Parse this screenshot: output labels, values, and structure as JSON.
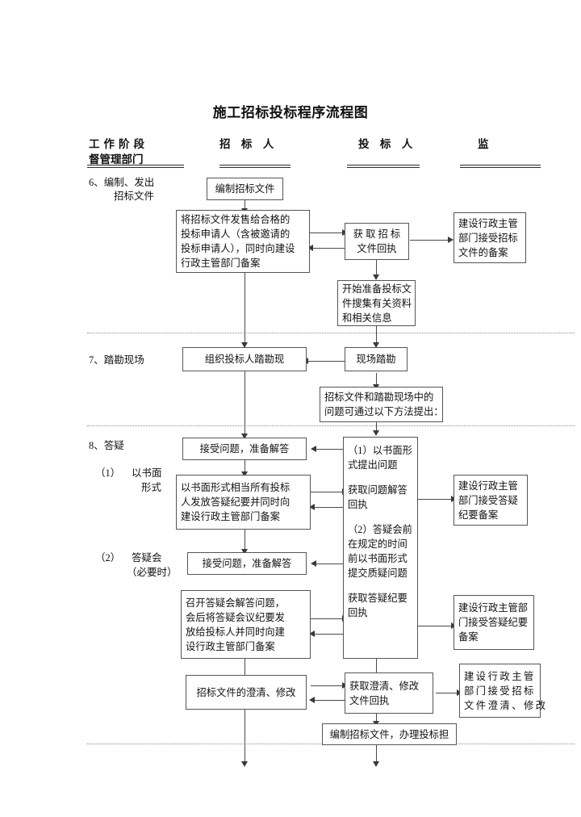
{
  "document": {
    "title": "施工招标投标程序流程图"
  },
  "columns": [
    {
      "label": "工作阶段",
      "label2": "督管理部门",
      "name": "work-stage"
    },
    {
      "label": "招 标 人",
      "name": "tenderer"
    },
    {
      "label": "投 标 人",
      "name": "bidder"
    },
    {
      "label": "监",
      "name": "supervisor"
    }
  ],
  "stages": [
    {
      "number": "6、",
      "line1": "编制、发出",
      "line2": "招标文件"
    },
    {
      "number": "7、",
      "line1": "踏勘现场",
      "line2": ""
    },
    {
      "number": "8、",
      "line1": "答疑",
      "line2": ""
    },
    {
      "number": "（1）",
      "line1": "以书面",
      "line2": "形式"
    },
    {
      "number": "（2）",
      "line1": "答疑会",
      "line2": "（必要时）"
    }
  ],
  "boxes": {
    "prepare_docs": {
      "lines": [
        "编制招标文件"
      ]
    },
    "sell_docs": {
      "lines": [
        "将招标文件发售给合格的",
        "投标申请人（含被邀请的",
        "投标申请人），同时向建设",
        "行政主管部门备案"
      ]
    },
    "receive_docs": {
      "lines": [
        "获 取 招 标",
        "文件回执"
      ]
    },
    "admin_accept_docs": {
      "lines": [
        "建设行政主管",
        "部门接受招标",
        "文件的备案"
      ]
    },
    "start_prepare_bid": {
      "lines": [
        "开始准备投标文",
        "件搜集有关资料",
        "和相关信息"
      ]
    },
    "organize_site_visit": {
      "lines": [
        "组织投标人踏勘现"
      ]
    },
    "site_visit": {
      "lines": [
        "现场踏勘"
      ]
    },
    "questions_note": {
      "lines": [
        "招标文件和踏勘现场中的",
        "问题可通过以下方法提出："
      ]
    },
    "accept_questions_1": {
      "lines": [
        "接受问题，准备解答"
      ]
    },
    "written_minutes": {
      "lines": [
        "以书面形式相当所有投标",
        "人发放答疑纪要并同时向",
        "建设行政主管部门备案"
      ]
    },
    "bidder_questions": {
      "block1": [
        "（1）以书面形",
        "式提出问题"
      ],
      "block2": [
        "获取问题解答",
        "回执"
      ],
      "block3": [
        "（2）答疑会前",
        "在规定的时间",
        "前以书面形式",
        "提交质疑问题"
      ],
      "block4": [
        "获取答疑纪要",
        "回执"
      ]
    },
    "admin_accept_qa_1": {
      "lines": [
        "建设行政主管",
        "部门接受答疑",
        "纪要备案"
      ]
    },
    "accept_questions_2": {
      "lines": [
        "接受问题，准备解答"
      ]
    },
    "hold_qa_meeting": {
      "lines": [
        "召开答疑会解答问题，",
        "会后将答疑会议纪要发",
        "放给投标人并同时向建",
        "设行政主管部门备案"
      ]
    },
    "admin_accept_qa_2": {
      "lines": [
        "建设行政主管部",
        "门接受答疑纪要",
        "备案"
      ]
    },
    "clarify_docs": {
      "lines": [
        "招标文件的澄清、修改"
      ]
    },
    "receive_clarify": {
      "lines": [
        "获取澄清、修改",
        "文件回执"
      ]
    },
    "admin_accept_clarify": {
      "lines": [
        "建设行政主管",
        "部门接受招标",
        "文件澄清、修改"
      ]
    },
    "compile_bid_docs": {
      "lines": [
        "编制招标文件，办理投标担"
      ]
    }
  }
}
